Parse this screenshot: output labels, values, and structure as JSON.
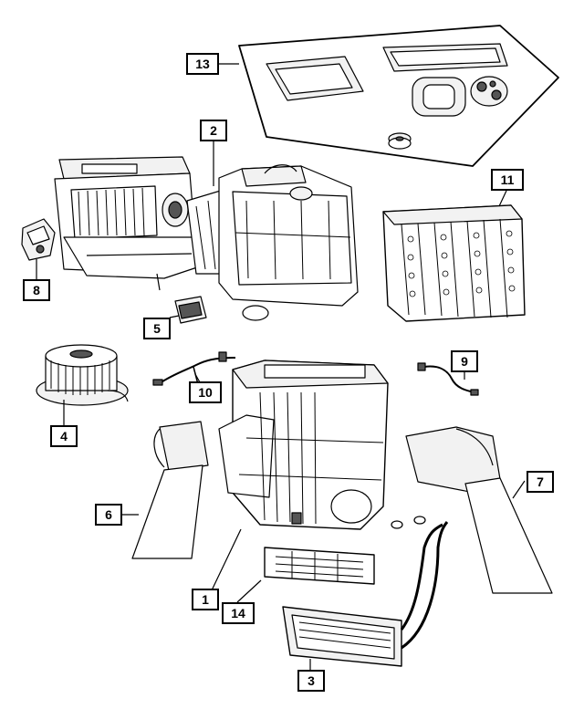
{
  "callouts": {
    "c1": "1",
    "c2": "2",
    "c3": "3",
    "c4": "4",
    "c5": "5",
    "c6": "6",
    "c7": "7",
    "c8": "8",
    "c9": "9",
    "c10": "10",
    "c11": "11",
    "c13": "13",
    "c14": "14"
  },
  "parts": [
    "hvac-housing",
    "air-inlet-housing",
    "heater-core",
    "blower-motor",
    "blower-motor-resistor",
    "floor-duct-left",
    "floor-duct-right",
    "actuator",
    "wiring-harness-9",
    "wiring-harness-10",
    "evaporator-core",
    "seal-kit",
    "filter-element"
  ],
  "colors": {
    "line": "#000000",
    "background": "#ffffff",
    "fill": "#f2f2f2",
    "dark": "#555555"
  }
}
